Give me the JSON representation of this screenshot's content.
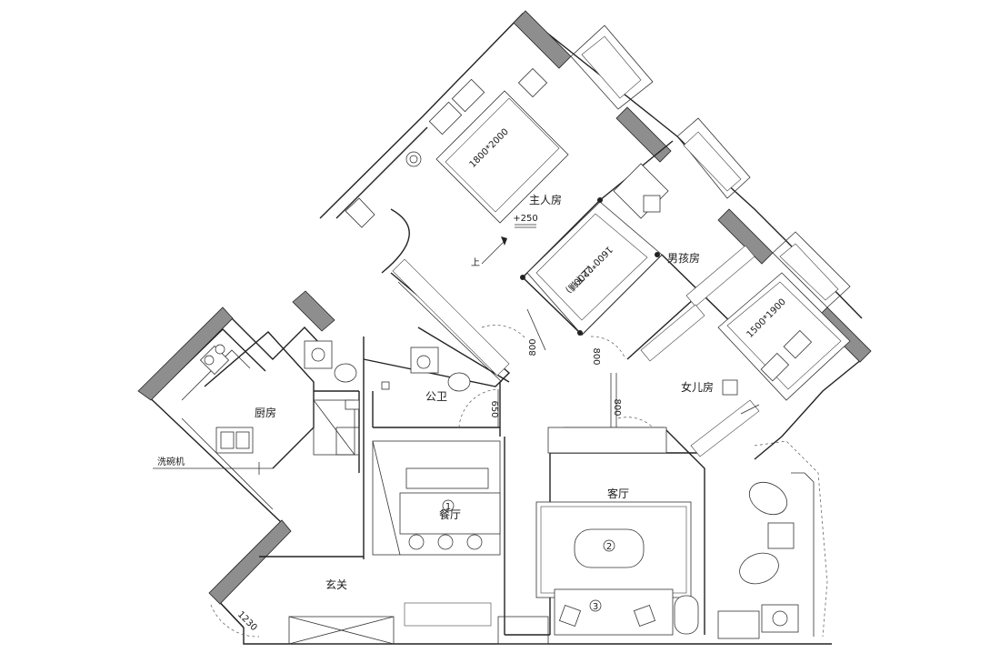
{
  "rooms": {
    "master_bedroom": "主人房",
    "boy_room": "男孩房",
    "girl_room": "女儿房",
    "kitchen": "厨房",
    "public_bath": "公卫",
    "dining": "餐厅",
    "living": "客厅",
    "entry": "玄关"
  },
  "beds": {
    "master": "1800*2000",
    "boy": "1600*2200",
    "boy_note": "(上下铺)",
    "girl": "1500*1900"
  },
  "annotations": {
    "level": "+250",
    "up": "上",
    "dishwasher": "洗碗机"
  },
  "dimensions": {
    "d800_a": "800",
    "d800_b": "800",
    "d800_c": "800",
    "d650": "650",
    "d1230": "1230"
  },
  "markers": {
    "m1": "1",
    "m2": "2",
    "m3": "3"
  }
}
